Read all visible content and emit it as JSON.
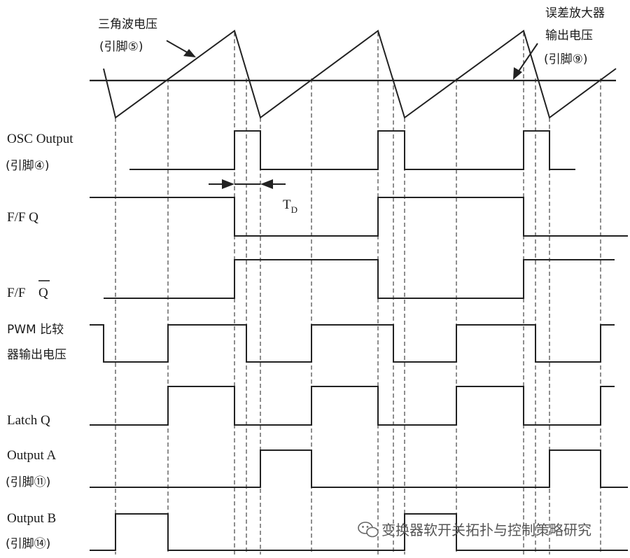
{
  "labels": {
    "triangle": "三角波电压",
    "triangle_pin": "(引脚⑤)",
    "error_amp_1": "误差放大器",
    "error_amp_2": "输出电压",
    "error_amp_pin": "(引脚⑨)",
    "osc_output": "OSC Output",
    "osc_pin": "(引脚④)",
    "td_main": "T",
    "td_sub": "D",
    "ff_q": "F/F Q",
    "ff_qbar_prefix": "F/F",
    "ff_qbar_q": "Q",
    "pwm_1": "PWM 比较",
    "pwm_2": "器输出电压",
    "latch_q": "Latch Q",
    "output_a": "Output A",
    "output_a_pin": "(引脚⑪)",
    "output_b": "Output B",
    "output_b_pin": "(引脚⑭)"
  },
  "watermark": {
    "text": "变换器软开关拓扑与控制策略研究",
    "icon": "wechat-icon"
  }
}
